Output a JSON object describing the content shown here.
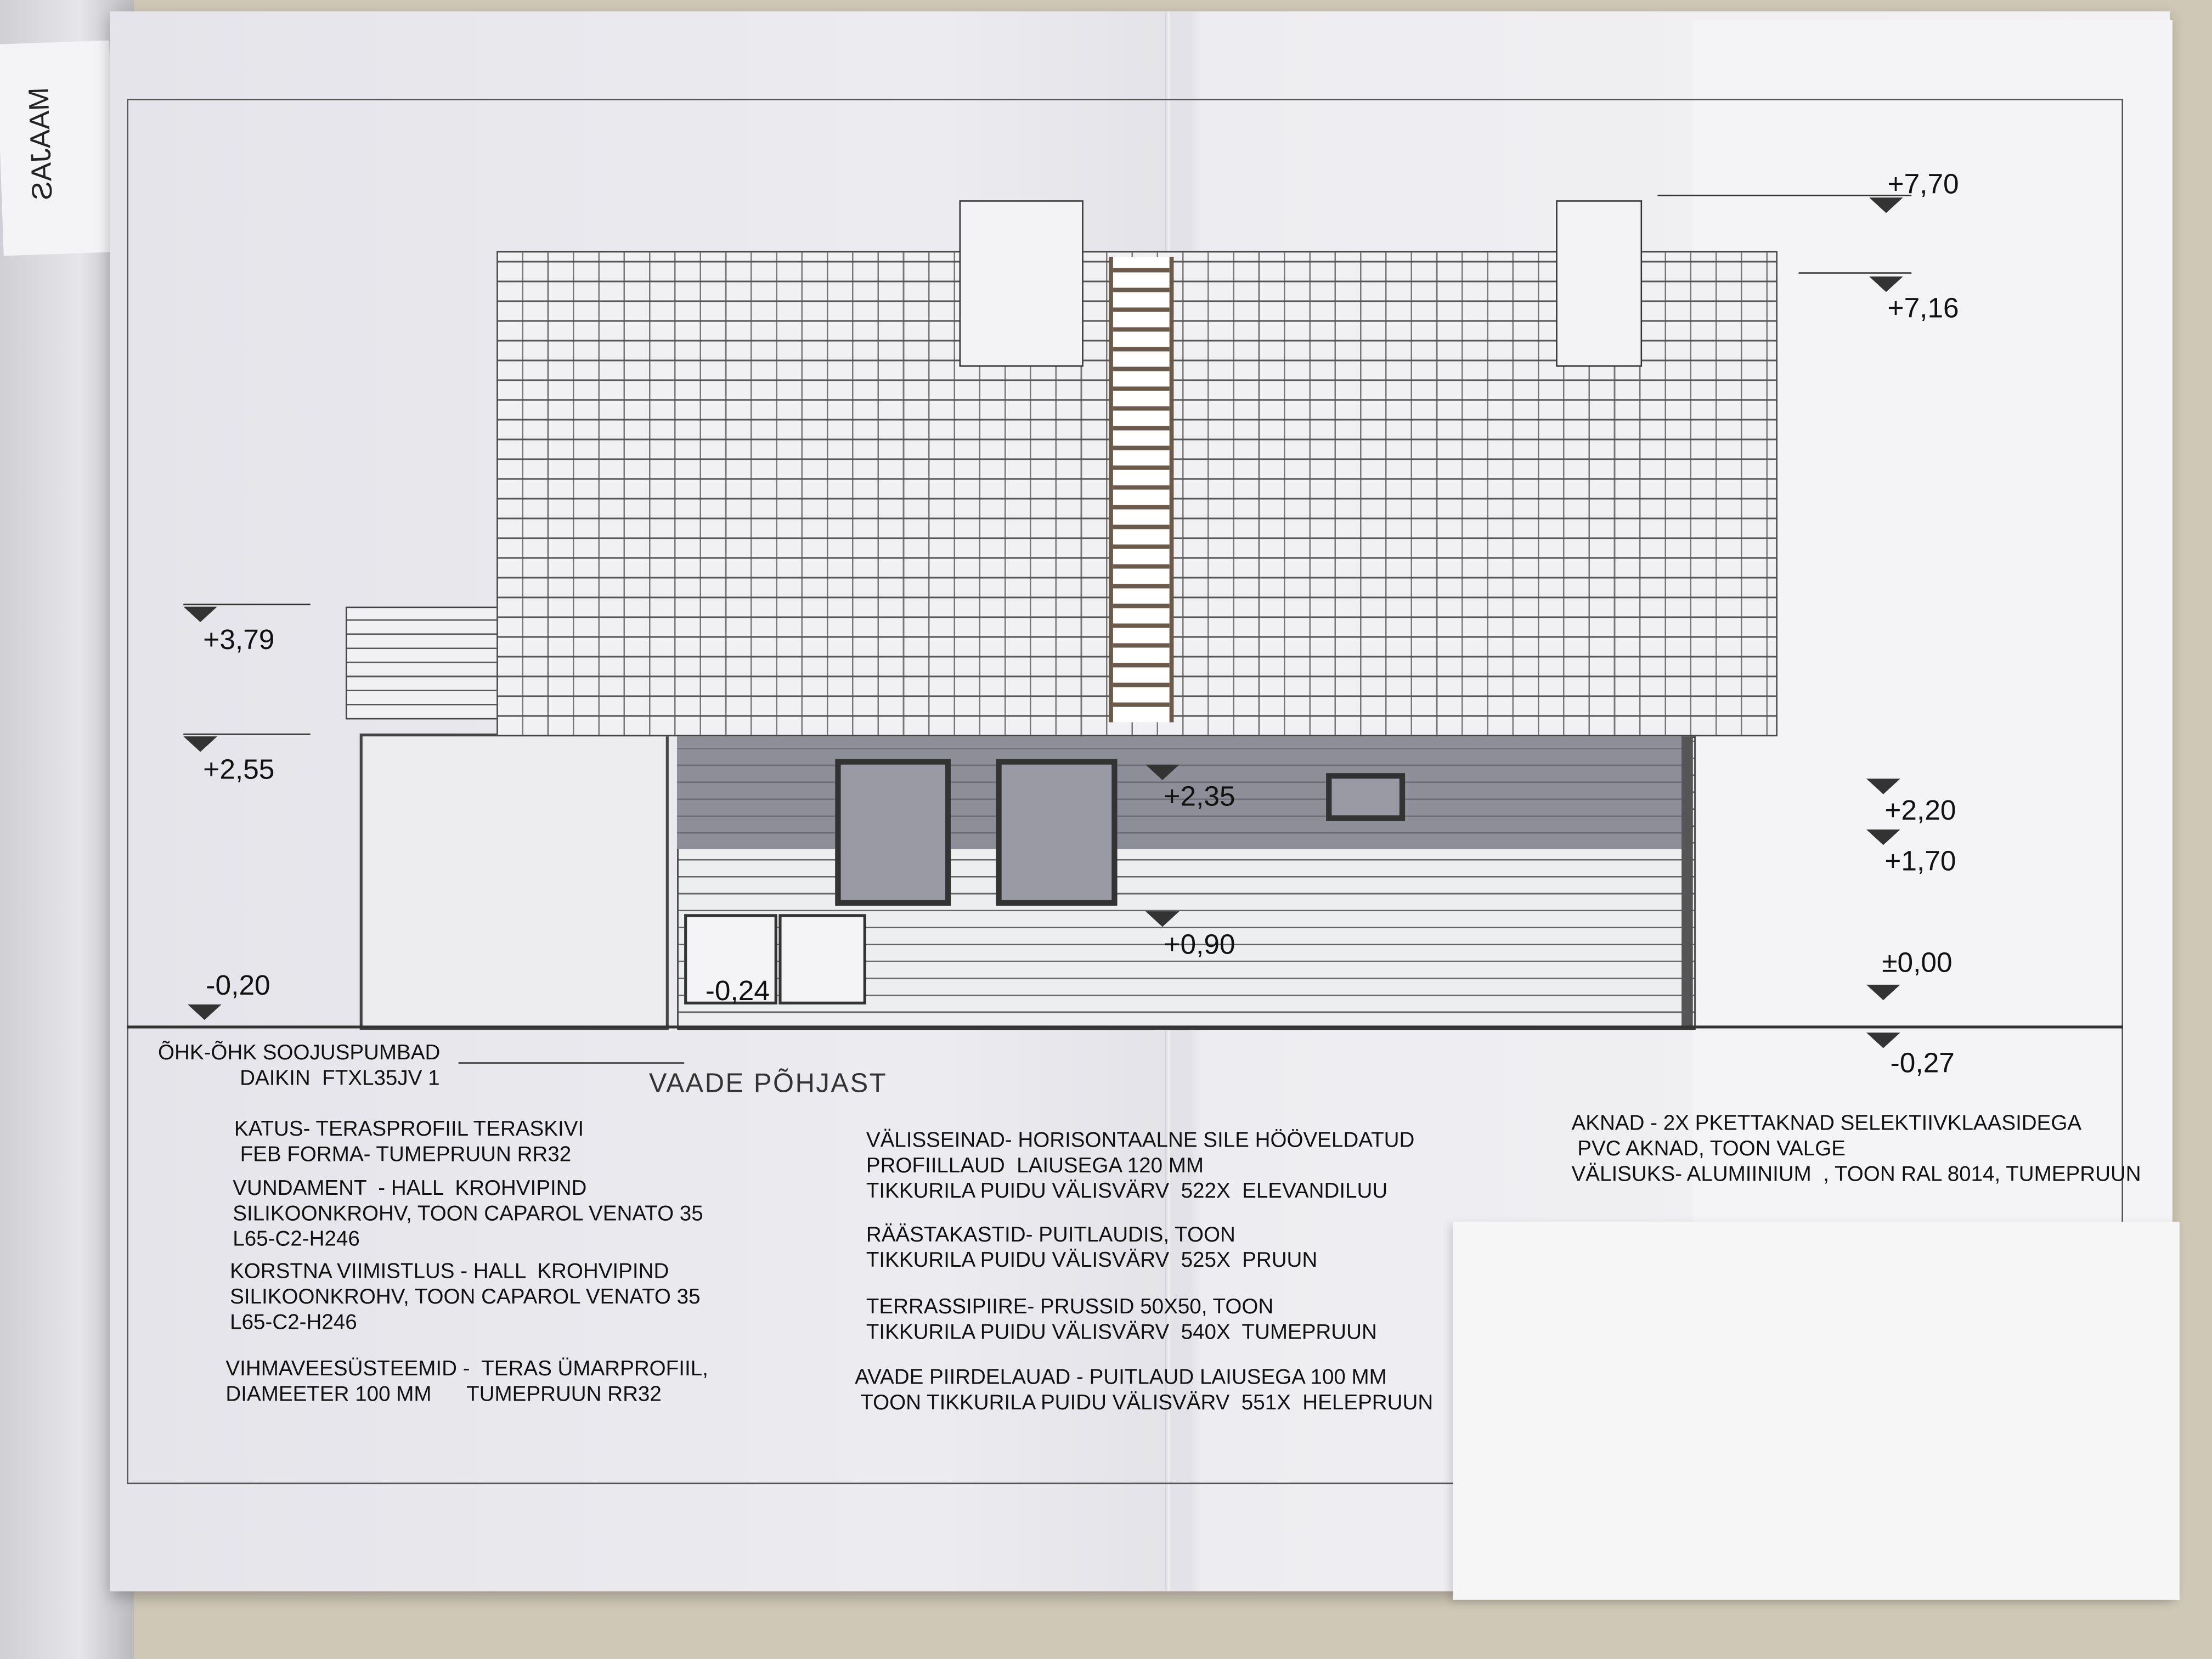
{
  "sheet_tab": "MAAJAS",
  "view_title": "VAADE  PÕHJAST",
  "levels": {
    "roof_top": "+7,70",
    "roof_ridge": "+7,16",
    "terrace_rail": "+3,79",
    "terrace_top": "+2,55",
    "window_top": "+2,35",
    "small_window_top": "+2,20",
    "small_window_bottom": "+1,70",
    "window_bottom": "+0,90",
    "floor": "±0,00",
    "shed_base": "-0,20",
    "heat_pump_base": "-0,24",
    "ground": "-0,27"
  },
  "heat_pump_note": [
    "ÕHK-ÕHK SOOJUSPUMBAD",
    "DAIKIN  FTXL35JV 1"
  ],
  "notes_left": [
    [
      "KATUS- TERASPROFIIL TERASKIVI",
      " FEB FORMA- TUMEPRUUN RR32"
    ],
    [
      "VUNDAMENT  - HALL  KROHVIPIND",
      "SILIKOONKROHV, TOON CAPAROL VENATO 35",
      "L65-C2-H246"
    ],
    [
      "KORSTNA VIIMISTLUS - HALL  KROHVIPIND",
      "SILIKOONKROHV, TOON CAPAROL VENATO 35",
      "L65-C2-H246"
    ],
    [
      "VIHMAVEESÜSTEEMID -  TERAS ÜMARPROFIIL,",
      "DIAMEETER 100 MM      TUMEPRUUN RR32"
    ]
  ],
  "notes_middle": [
    [
      "VÄLISSEINAD- HORISONTAALNE SILE HÖÖVELDATUD",
      "PROFIILLAUD  LAIUSEGA 120 MM",
      "TIKKURILA PUIDU VÄLISVÄRV  522X  ELEVANDILUU"
    ],
    [
      "RÄÄSTAKASTID- PUITLAUDIS, TOON",
      "TIKKURILA PUIDU VÄLISVÄRV  525X  PRUUN"
    ],
    [
      "TERRASSIPIIRE- PRUSSID 50X50, TOON",
      "TIKKURILA PUIDU VÄLISVÄRV  540X  TUMEPRUUN"
    ],
    [
      "AVADE PIIRDELAUAD - PUITLAUD LAIUSEGA 100 MM",
      " TOON TIKKURILA PUIDU VÄLISVÄRV  551X  HELEPRUUN"
    ]
  ],
  "notes_right": [
    "AKNAD - 2X PKETTAKNAD SELEKTIIVKLAASIDEGA",
    " PVC AKNAD, TOON VALGE",
    "VÄLISUKS- ALUMIINIUM  , TOON RAL 8014, TUMEPRUUN"
  ]
}
